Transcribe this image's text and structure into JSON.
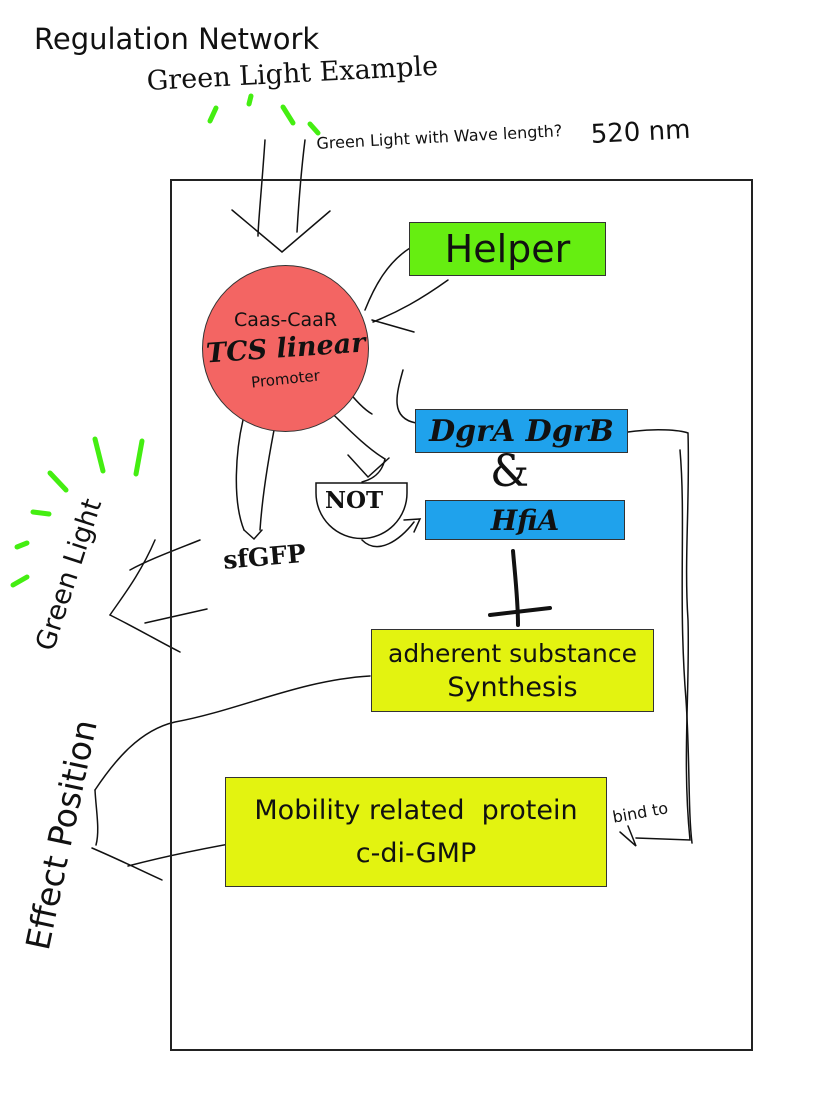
{
  "title": "Regulation Network",
  "subtitle": "Green Light Example",
  "wavelength_question": "Green Light with Wave length?",
  "wavelength_value": "520 nm",
  "nodes": {
    "helper": "Helper",
    "promoter_top": "Caas-CaaR",
    "promoter_main": "TCS linear",
    "promoter_bottom": "Promoter",
    "dgr": "DgrA DgrB",
    "ampersand": "&",
    "not_gate": "NOT",
    "hfia": "HfiA",
    "sfgfp": "sfGFP",
    "adherent_line1": "adherent substance",
    "adherent_line2": "Synthesis",
    "mobility_line1": "Mobility related  protein",
    "mobility_line2": "c-di-GMP"
  },
  "labels": {
    "green_light": "Green Light",
    "effect_position": "Effect Position",
    "bind_to": "bind to"
  },
  "colors": {
    "helper": "#66ee11",
    "promoter": "#f36563",
    "blue_boxes": "#1fa2ec",
    "yellow_boxes": "#e3f310",
    "light_rays": "#44ee11"
  }
}
